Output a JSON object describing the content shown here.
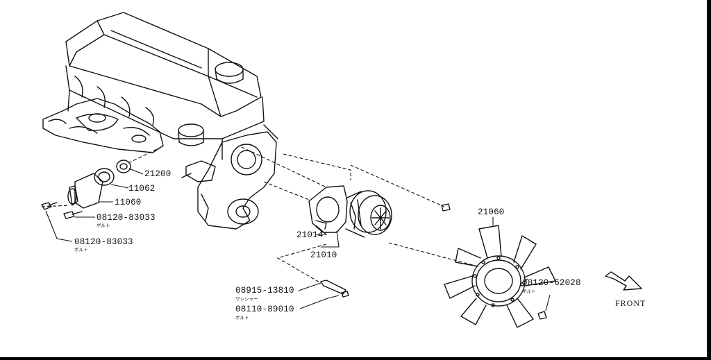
{
  "parts": {
    "p21200": "21200",
    "p11062": "11062",
    "p11060": "11060",
    "p08120_83033_a": "08120-83033",
    "p08120_83033_b": "08120-83033",
    "p21014": "21014",
    "p21010": "21010",
    "p21060": "21060",
    "p08120_62028": "08120-62028",
    "p08915_13810": "08915-13810",
    "p08110_89010": "08110-89010"
  },
  "subs": {
    "bolt_a": "ボルト",
    "bolt_b": "ボルト",
    "bolt_c": "ボルト",
    "washer": "ワッシャー",
    "bolt_d": "ボルト"
  },
  "direction": {
    "front": "FRONT"
  },
  "icons": {
    "front_arrow": "front-direction-arrow-icon"
  },
  "colors": {
    "ink": "#111111",
    "paper": "#ffffff"
  }
}
